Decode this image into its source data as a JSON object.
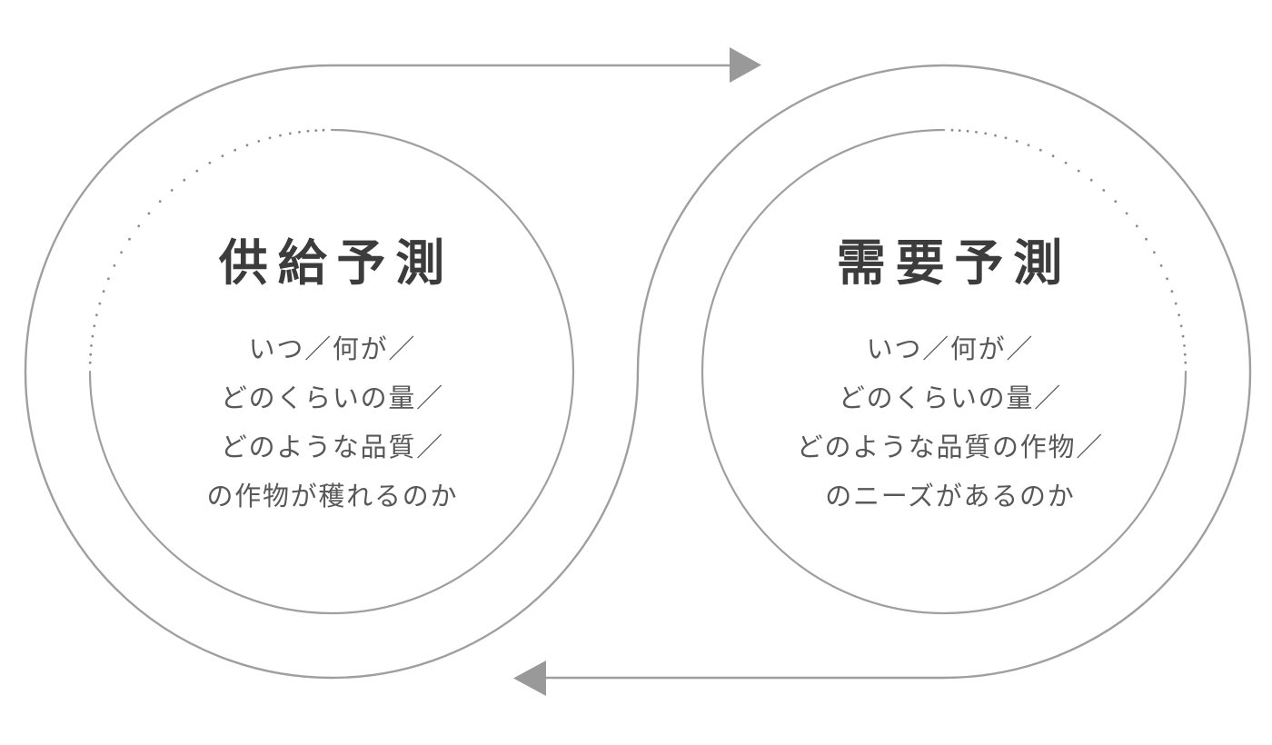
{
  "diagram": {
    "left_circle": {
      "title": "供給予測",
      "lines": [
        "いつ／何が／",
        "どのくらいの量／",
        "どのような品質／",
        "の作物が穫れるのか"
      ]
    },
    "right_circle": {
      "title": "需要予測",
      "lines": [
        "いつ／何が／",
        "どのくらいの量／",
        "どのような品質の作物／",
        "のニーズがあるのか"
      ]
    },
    "arrows": {
      "top_icon": "right-arrowhead",
      "bottom_icon": "left-arrowhead"
    },
    "colors": {
      "line": "#9f9f9f",
      "arrowhead": "#999999",
      "dot": "#8c8c8c",
      "title_text": "#3c3c3c",
      "body_text": "#585858",
      "background": "#ffffff"
    }
  }
}
